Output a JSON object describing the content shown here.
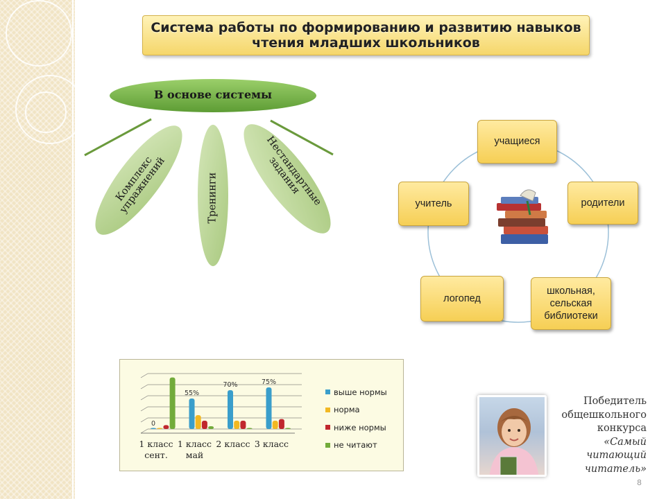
{
  "title": {
    "line1": "Система работы по формированию и развитию навыков",
    "line2": "чтения младших школьников"
  },
  "basis": {
    "label": "В основе системы",
    "leaves": {
      "left_line1": "Комплекс",
      "left_line2": "упражнений",
      "middle": "Тренинги",
      "right_line1": "Нестандартные",
      "right_line2": "задания"
    }
  },
  "cycle": {
    "nodes": {
      "top": "учащиеся",
      "right": "родители",
      "bottom_right": "школьная, сельская библиотеки",
      "bottom_left": "логопед",
      "left": "учитель"
    },
    "center_icon": "books-icon"
  },
  "chart_data": {
    "type": "bar",
    "title": "",
    "xlabel": "",
    "ylabel": "",
    "ylim": [
      0,
      100
    ],
    "grid": true,
    "legend_position": "right",
    "categories": [
      "1 класс сент.",
      "1 класс май",
      "2 класс",
      "3 класс"
    ],
    "series": [
      {
        "name": "выше нормы",
        "color": "#3a9ecb",
        "values": [
          0,
          55,
          70,
          75
        ]
      },
      {
        "name": "норма",
        "color": "#f2b823",
        "values": [
          0,
          25,
          15,
          15
        ]
      },
      {
        "name": "ниже нормы",
        "color": "#c0272d",
        "values": [
          7,
          15,
          15,
          18
        ]
      },
      {
        "name": "не читают",
        "color": "#72ab3a",
        "values": [
          93,
          5,
          0,
          0
        ]
      }
    ],
    "data_labels": [
      "0",
      "55%",
      "70%",
      "75%"
    ]
  },
  "winner": {
    "line1": "Победитель",
    "line2": "общешкольного",
    "line3": "конкурса",
    "line4": "«Самый",
    "line5": "читающий",
    "line6": "читатель»"
  },
  "page_number": "8",
  "colors": {
    "title_fill": "#f5d66a",
    "basis_green": "#6aaa3e",
    "leaf_green": "#b5d18e",
    "node_fill": "#f6cf55",
    "cycle_ring": "#9cc0d8"
  }
}
